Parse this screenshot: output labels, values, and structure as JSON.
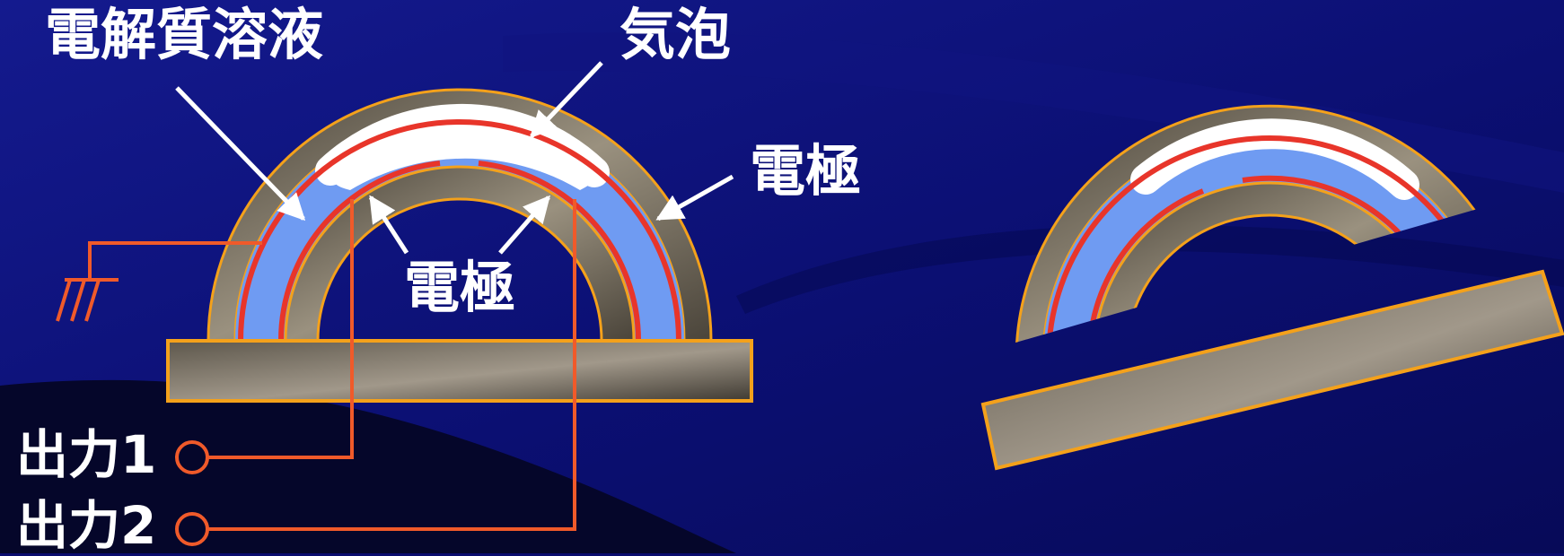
{
  "labels": {
    "electrolyte": "電解質溶液",
    "bubble": "気泡",
    "electrode_outer": "電極",
    "electrode_inner": "電極",
    "output1": "出力1",
    "output2": "出力2"
  },
  "colors": {
    "background": "#0a0c6e",
    "shell": "#8c8472",
    "shell_outline": "#f4a11b",
    "electrolyte": "#6f9bf2",
    "electrode": "#e8352a",
    "bubble": "#ffffff",
    "wire": "#f05a2a",
    "arrow": "#ffffff"
  },
  "icons": {
    "ground": "ground-symbol-icon",
    "terminal": "terminal-circle-icon"
  }
}
